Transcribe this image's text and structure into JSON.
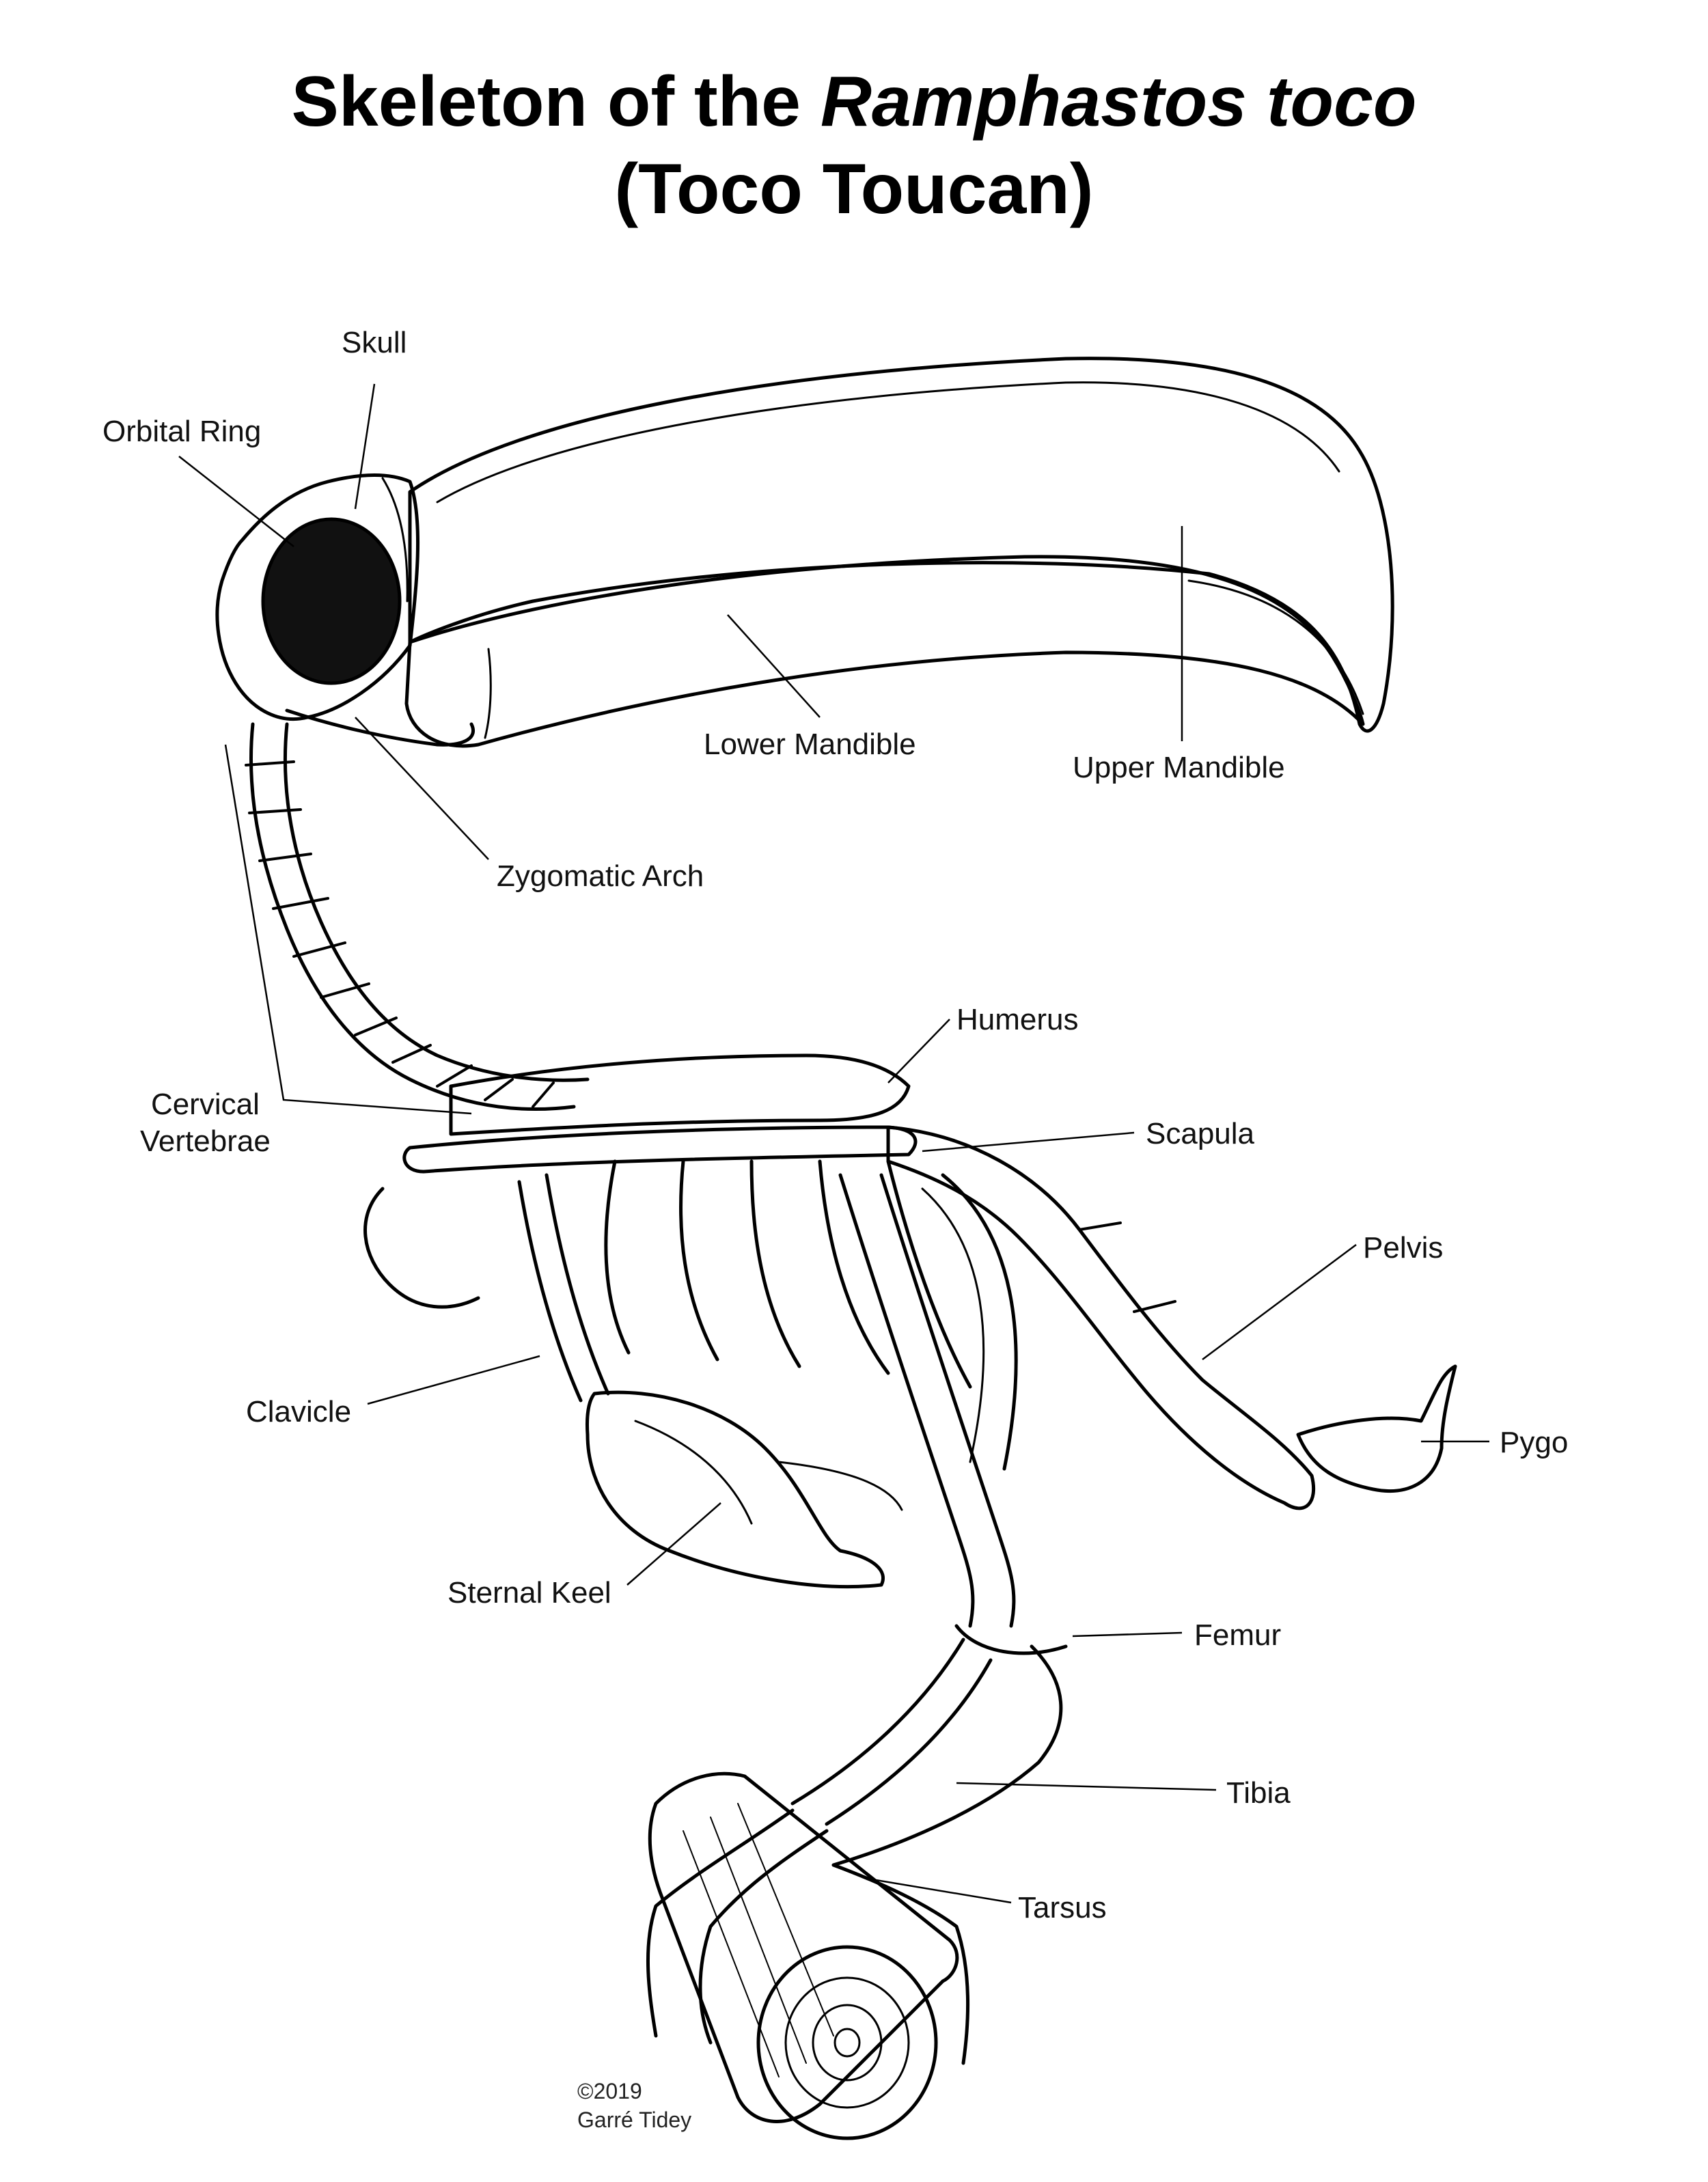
{
  "title": {
    "line1_prefix": "Skeleton of the ",
    "line1_species": "Ramphastos toco",
    "line2": "(Toco Toucan)"
  },
  "labels": {
    "skull": "Skull",
    "orbital_ring": "Orbital Ring",
    "lower_mandible": "Lower Mandible",
    "upper_mandible": "Upper Mandible",
    "zygomatic_arch": "Zygomatic Arch",
    "humerus": "Humerus",
    "cervical_vertebrae_line1": "Cervical",
    "cervical_vertebrae_line2": "Vertebrae",
    "scapula": "Scapula",
    "pelvis": "Pelvis",
    "pygo": "Pygo",
    "clavicle": "Clavicle",
    "sternal_keel": "Sternal Keel",
    "femur": "Femur",
    "tibia": "Tibia",
    "tarsus": "Tarsus"
  },
  "credit": {
    "year": "©2019",
    "artist": "Garré Tidey"
  },
  "colors": {
    "ink": "#000000",
    "paper": "#ffffff"
  }
}
